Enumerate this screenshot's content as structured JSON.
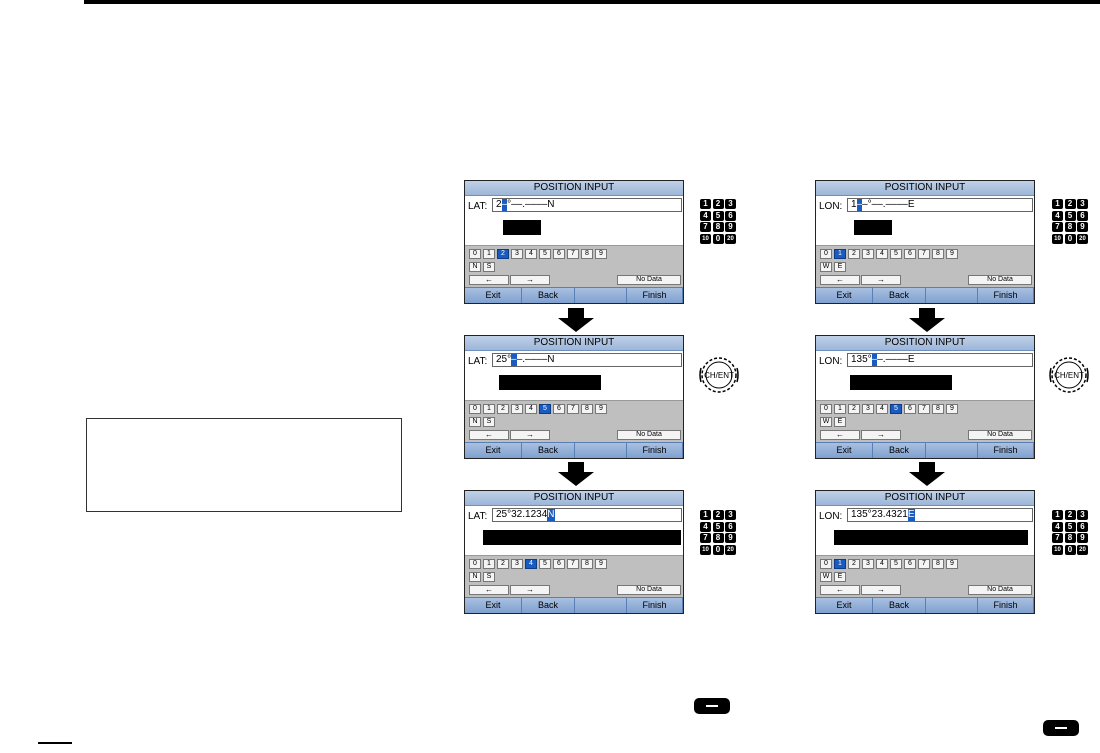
{
  "screen_title": "POSITION INPUT",
  "softkeys": [
    "Exit",
    "Back",
    "",
    "Finish"
  ],
  "no_data_label": "No Data",
  "arrow_left": "←",
  "arrow_right": "→",
  "digits": [
    "0",
    "1",
    "2",
    "3",
    "4",
    "5",
    "6",
    "7",
    "8",
    "9"
  ],
  "lat_dirs": [
    "N",
    "S"
  ],
  "lon_dirs": [
    "W",
    "E"
  ],
  "dial_label": "CH/ENT",
  "keypad_keys": [
    "1",
    "2",
    "3",
    "4",
    "5",
    "6",
    "7",
    "8",
    "9",
    "10",
    "0",
    "20"
  ],
  "screens": [
    {
      "label": "LAT:",
      "pre": "2",
      "cur": "–",
      "post": "°––.––––N",
      "selected": "2",
      "black_width": 38,
      "dirs": "lat"
    },
    {
      "label": "LAT:",
      "pre": "25°",
      "cur": "–",
      "post": "–.––––N",
      "selected": "5",
      "black_width": 102,
      "dirs": "lat"
    },
    {
      "label": "LAT:",
      "pre": "25°32.1234",
      "cur": "N",
      "post": "",
      "selected": "4",
      "black_width": 198,
      "dirs": "lat"
    },
    {
      "label": "LON:",
      "pre": "1",
      "cur": "–",
      "post": "–°––.––––E",
      "selected": "1",
      "black_width": 38,
      "dirs": "lon"
    },
    {
      "label": "LON:",
      "pre": "135°",
      "cur": "–",
      "post": "–.––––E",
      "selected": "5",
      "black_width": 102,
      "dirs": "lon"
    },
    {
      "label": "LON:",
      "pre": "135°23.4321",
      "cur": "E",
      "post": "",
      "selected": "1",
      "black_width": 194,
      "dirs": "lon"
    }
  ]
}
